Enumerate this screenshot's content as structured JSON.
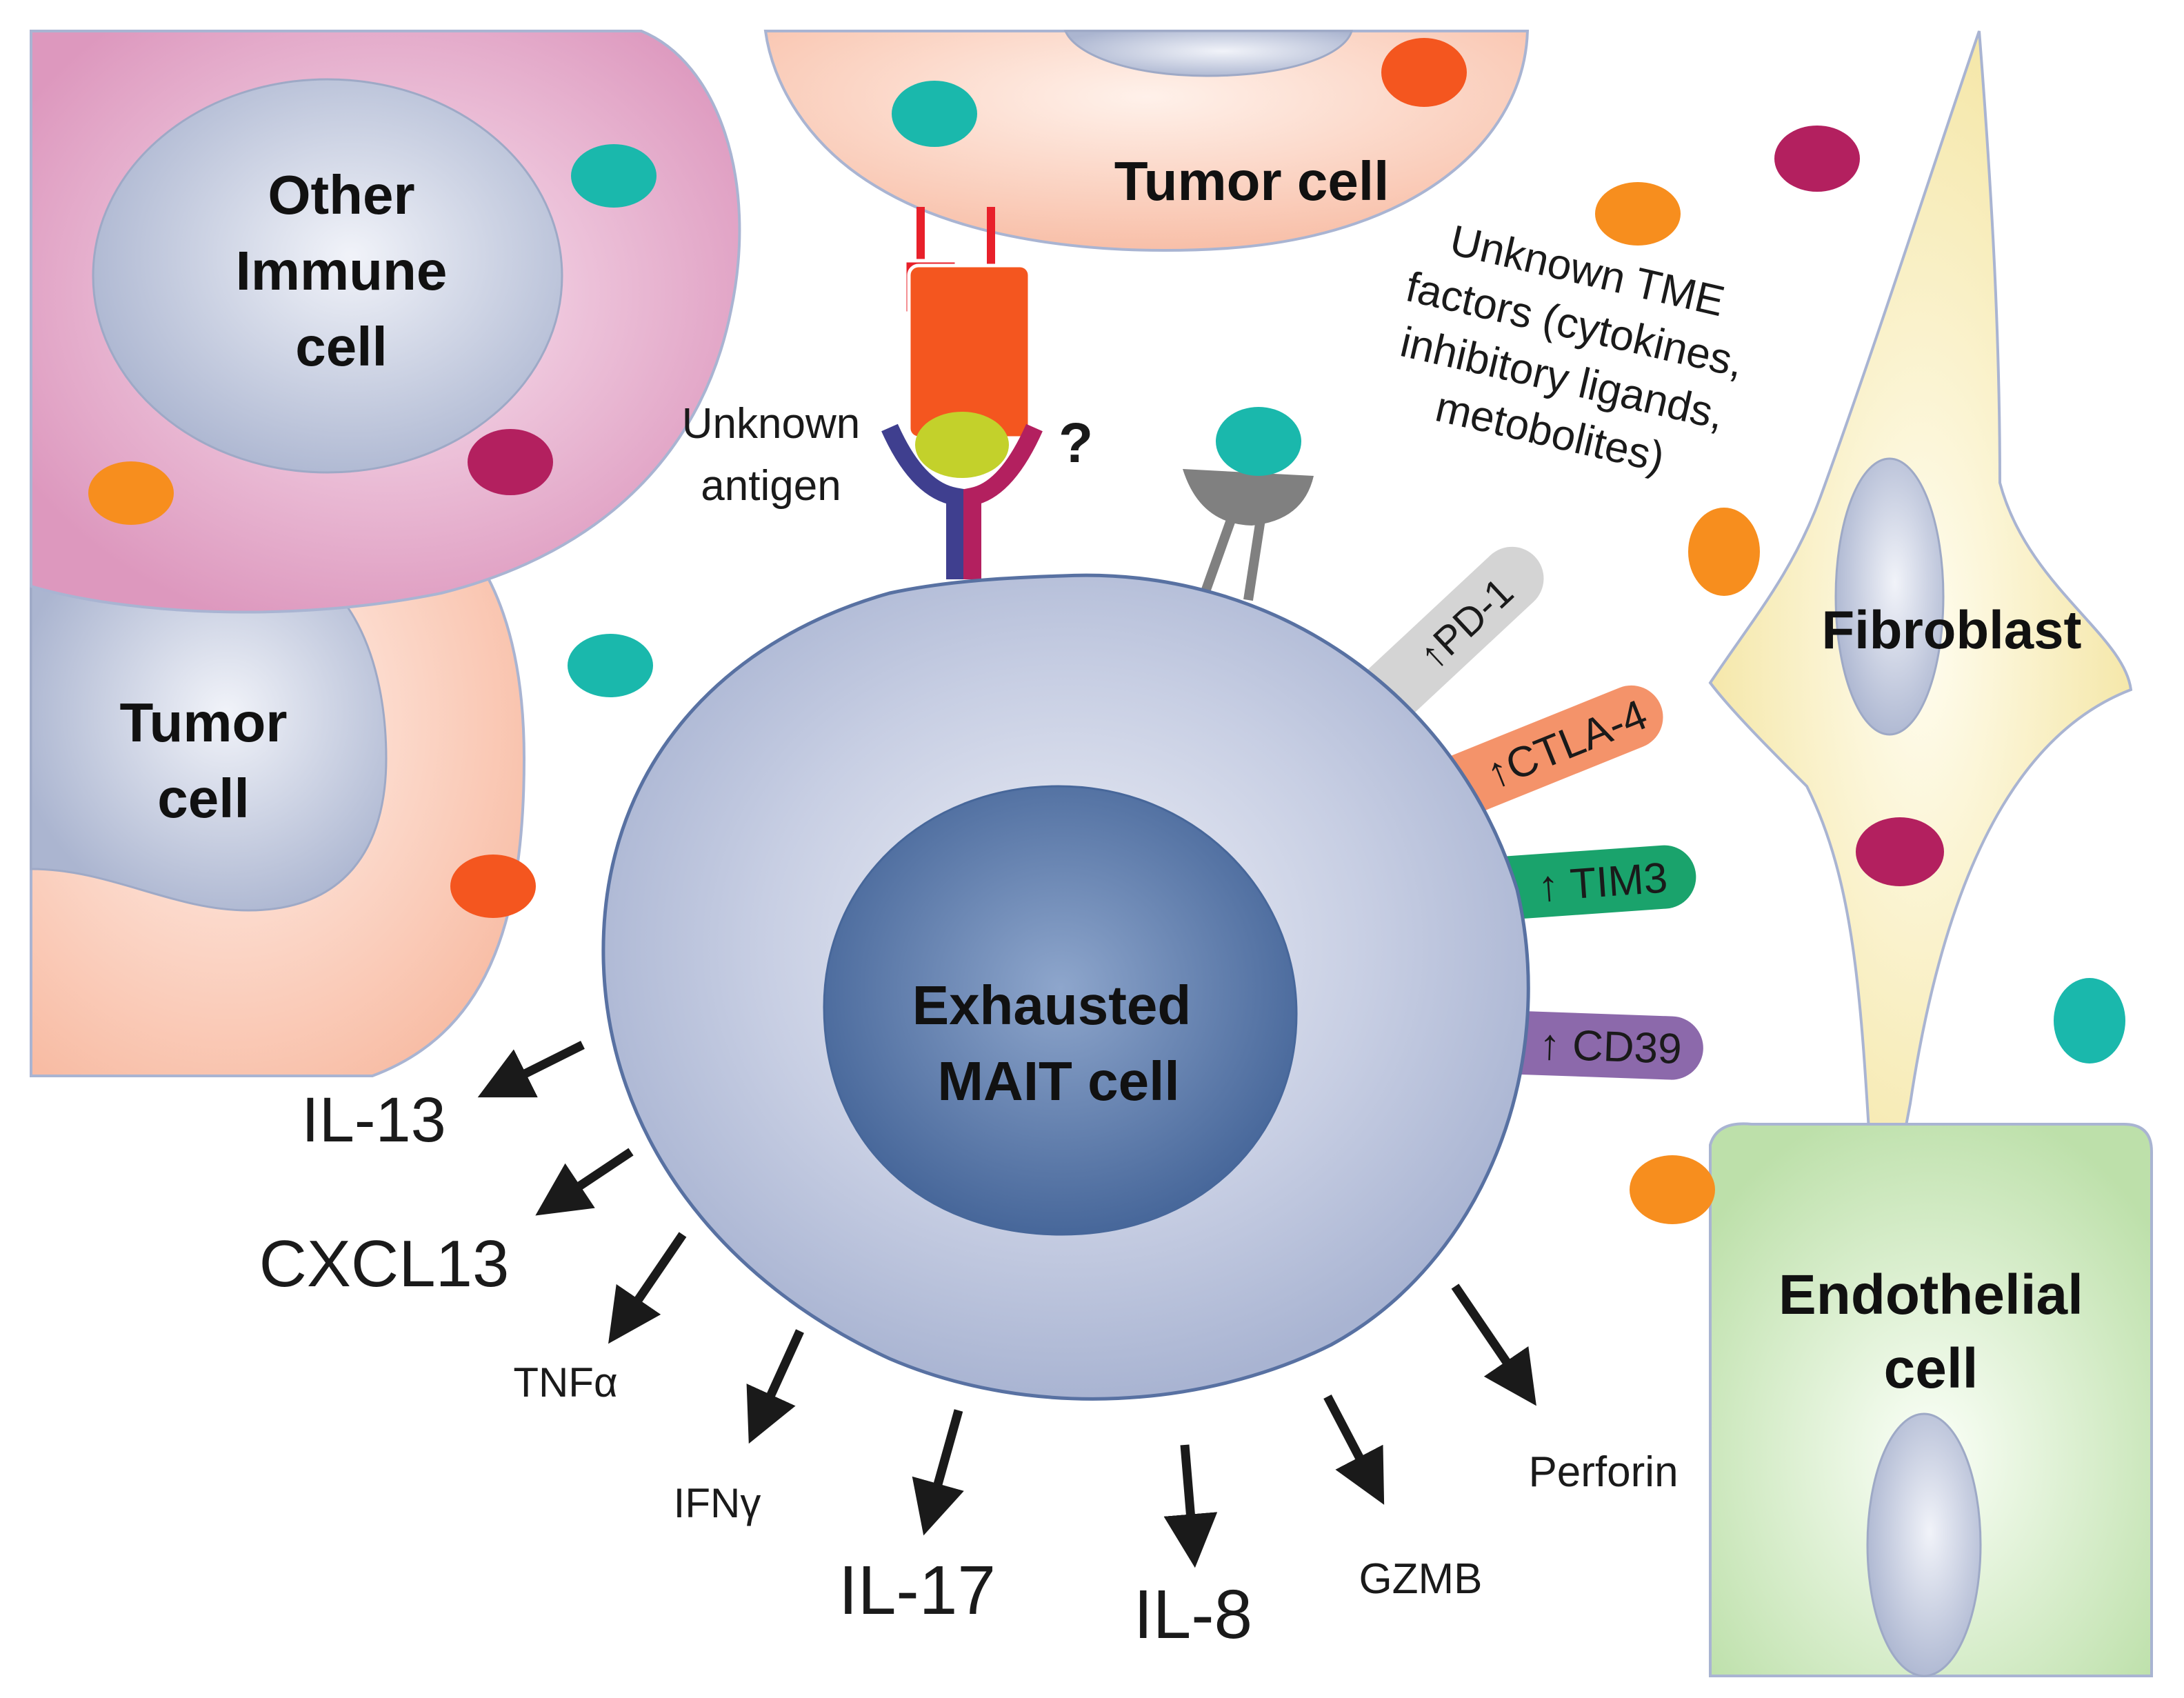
{
  "cells": {
    "exhausted_mait": {
      "label_lines": [
        "Exhausted",
        "MAIT cell"
      ]
    },
    "other_immune": {
      "label_lines": [
        "Other",
        "Immune",
        "cell"
      ]
    },
    "tumor_top": {
      "label": "Tumor cell"
    },
    "tumor_left": {
      "label_lines": [
        "Tumor",
        "cell"
      ]
    },
    "fibroblast": {
      "label": "Fibroblast"
    },
    "endothelial": {
      "label_lines": [
        "Endothelial",
        "cell"
      ]
    }
  },
  "antigen": {
    "label_lines": [
      "Unknown",
      "antigen"
    ],
    "question": "?"
  },
  "tme_factors": {
    "label_lines": [
      "Unknown TME",
      "factors (cytokines,",
      "inhibitory ligands,",
      "metobolites)"
    ]
  },
  "receptors": [
    {
      "label": "↑PD-1",
      "color": "#d4d4d4"
    },
    {
      "label": "↑CTLA-4",
      "color": "#f4936a"
    },
    {
      "label": "↑ TIM3",
      "color": "#1aa36c"
    },
    {
      "label": "↑ CD39",
      "color": "#8c69ab"
    }
  ],
  "secreted": [
    {
      "label": "IL-13"
    },
    {
      "label": "CXCL13"
    },
    {
      "label": "TNFα"
    },
    {
      "label": "IFNγ"
    },
    {
      "label": "IL-17"
    },
    {
      "label": "IL-8"
    },
    {
      "label": "GZMB"
    },
    {
      "label": "Perforin"
    }
  ],
  "colors": {
    "teal": "#1ab8ac",
    "orange": "#f78e1e",
    "red_orange": "#f4561f",
    "crimson": "#b3205f",
    "mait_membrane": "#b4bfd9",
    "mait_nucleus": "#5a7bab",
    "tumor": "#fbd0bd",
    "immune": "#e2a3c5",
    "fibroblast": "#f7eab0",
    "endothelial": "#c5e3b4"
  }
}
